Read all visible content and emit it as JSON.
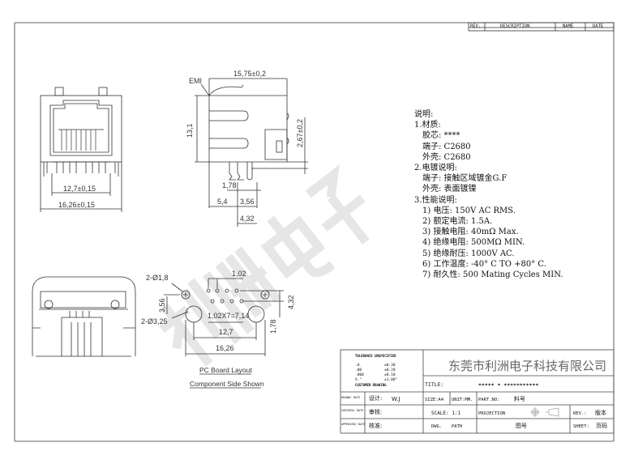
{
  "revision_table": {
    "headers": [
      "REV.",
      "DESCRIPTION",
      "NAME",
      "DATE"
    ]
  },
  "front_view": {
    "dim_inner": "12,7±0,15",
    "dim_outer": "16,26±0,15"
  },
  "side_view": {
    "emi_label": "EMI",
    "width": "15,75±0,2",
    "height": "13,1",
    "tab": "2,67±0,2",
    "d1": "1,78",
    "d2": "5,4",
    "d3": "3,56",
    "d4": "4,32"
  },
  "pcb_layout": {
    "hole_small": "2-Ø1,8",
    "hole_large": "2-Ø3,25",
    "pitch": "1,02",
    "span": "1,02X7=7,14",
    "row_offset": "3,56",
    "d127": "12,7",
    "d1626": "16,26",
    "d432": "4,32",
    "d178": "1,78",
    "caption1": "PC Board Layout",
    "caption2": "Component Side Shown"
  },
  "notes": {
    "title": "说明:",
    "s1": "1.材质:",
    "s1a": "胶芯: ****",
    "s1b": "端子: C2680",
    "s1c": "外壳: C2680",
    "s2": "2.电镀说明:",
    "s2a": "端子: 接触区域镀金G.F",
    "s2b": "外壳: 表面镀镍",
    "s3": "3.性能说明:",
    "items": [
      "1) 电压: 150V AC RMS.",
      "2) 额定电流: 1.5A.",
      "3) 接触电阻: 40mΩ Max.",
      "4) 绝缘电阻: 500MΩ MIN.",
      "5) 绝缘耐压: 1000V AC.",
      "6) 工作温度: -40° C TO +80° C.",
      "7) 耐久性: 500 Mating Cycles MIN."
    ]
  },
  "watermark": "利洲电子",
  "title_block": {
    "tolerance_title": "TOLERANCE UNSPECIFIED",
    "tolerances": [
      [
        ".0",
        "±0.30"
      ],
      [
        ".00",
        "±0.20"
      ],
      [
        ".000",
        "±0.10"
      ],
      [
        "X.°",
        "±1.00°"
      ]
    ],
    "customer": "CUSTOMER DRAWING",
    "company": "东莞市利洲电子科技有限公司",
    "title_label": "TITLE:",
    "title_value": "***** * ***********",
    "drawn_label": "DRAWN/ DATE",
    "design_label": "设计:",
    "designer": "W.J",
    "checked_label": "CHECKED/ DATE",
    "review_label": "审核:",
    "approved_label": "APPROVED/ DATE",
    "approve_label": "核准:",
    "size": "SIZE:A4",
    "unit": "UNIT:MM.",
    "part_label": "PART.NO:",
    "part_value": "料号",
    "scale": "SCALE: 1:1",
    "projection": "PROJECTION",
    "rev_label": "REV.:",
    "rev_value": "版本",
    "dwg_label": "DWG.",
    "dwg_path": "PATH",
    "drawing_no": "图号",
    "sheet_label": "SHEET:",
    "sheet_value": "页码"
  }
}
